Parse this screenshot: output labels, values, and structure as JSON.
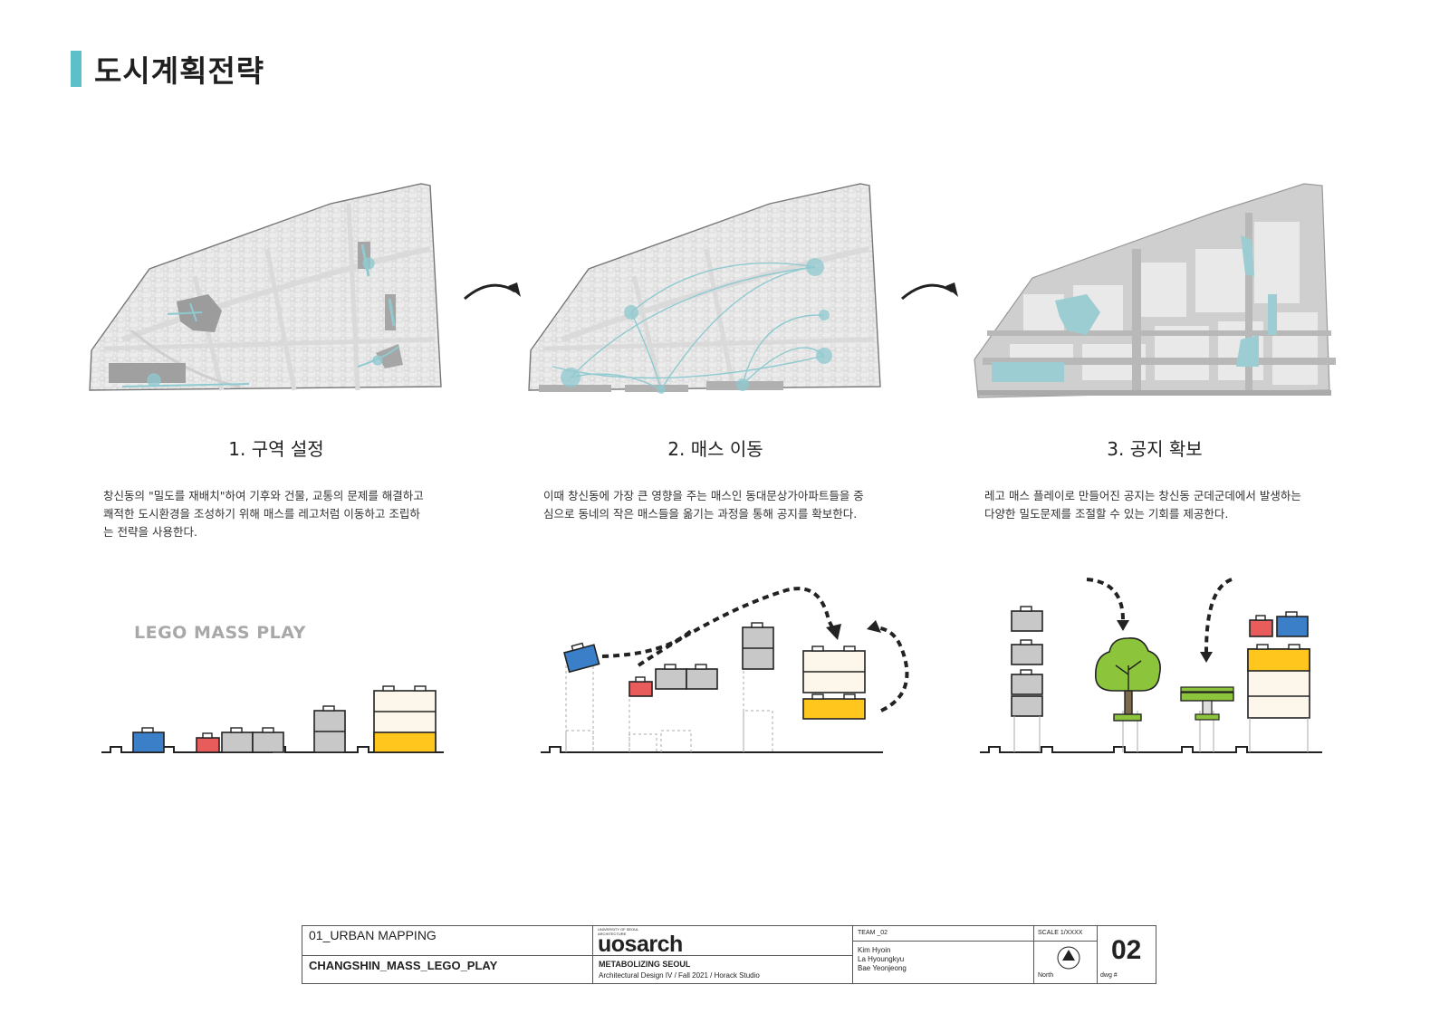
{
  "header": {
    "title": "도시계획전략",
    "accent_color": "#5bc0c9"
  },
  "steps": [
    {
      "title": "1. 구역 설정",
      "desc": [
        "창신동의 \"밀도를 재배치\"하여 기후와 건물, 교통의 문제를 해결하고",
        "쾌적한 도시환경을 조성하기 위해 매스를 레고처럼 이동하고 조립하",
        "는 전략을 사용한다."
      ]
    },
    {
      "title": "2. 매스 이동",
      "desc": [
        "이때  창신동에 가장 큰 영향을 주는 매스인 동대문상가아파트들을 중",
        "심으로 동네의 작은 매스들을 옮기는 과정을 통해 공지를 확보한다."
      ]
    },
    {
      "title": "3. 공지 확보",
      "desc": [
        "레고 매스 플레이로 만들어진 공지는 창신동 군데군데에서 발생하는",
        "다양한 밀도문제를 조절할 수 있는 기회를 제공한다."
      ]
    }
  ],
  "lego": {
    "label": "LEGO MASS PLAY"
  },
  "colors": {
    "blue": "#3a7fc8",
    "red": "#e85c5c",
    "gray": "#c8c8c8",
    "cream": "#fdf6ea",
    "yellow": "#ffc61e",
    "teal": "#8fcad0",
    "tree": "#8cc43c"
  },
  "title_block": {
    "section": "01_URBAN MAPPING",
    "sheet_name": "CHANGSHIN_MASS_LEGO_PLAY",
    "univ_line1": "UNIVERSITY OF SEOUL",
    "univ_line2": "ARCHITECTURE",
    "logo": "uosarch",
    "project": "METABOLIZING SEOUL",
    "course": "Architectural Design IV / Fall 2021 / Horack Studio",
    "team": "TEAM _02",
    "members": [
      "Kim Hyoin",
      "La Hyoungkyu",
      "Bae Yeonjeong"
    ],
    "scale": "SCALE 1/XXXX",
    "north": "North",
    "sheet_no": "02",
    "dwg": "dwg #"
  }
}
